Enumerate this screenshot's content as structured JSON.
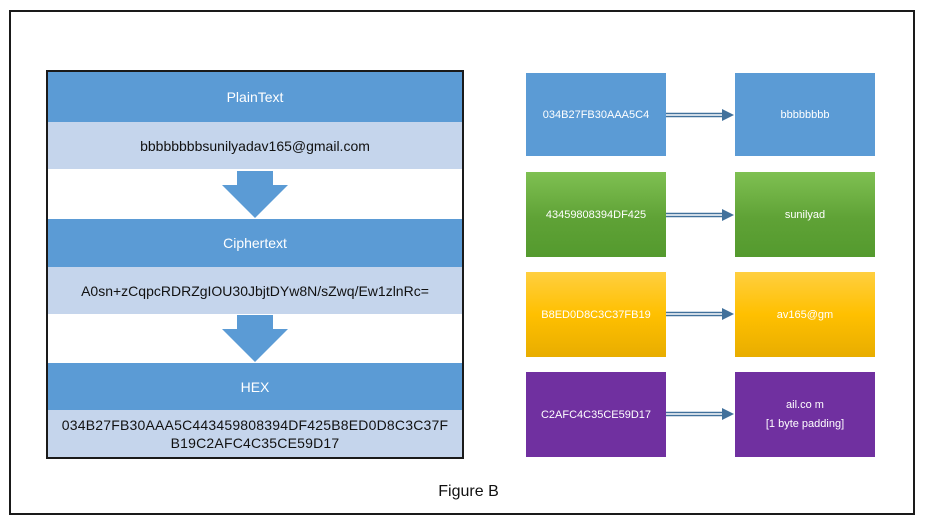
{
  "left": {
    "plaintext_label": "PlainText",
    "plaintext_value": "bbbbbbbbsunilyadav165@gmail.com",
    "ciphertext_label": "Ciphertext",
    "ciphertext_value": "A0sn+zCqpcRDRZgIOU30JbjtDYw8N/sZwq/Ew1zlnRc=",
    "hex_label": "HEX",
    "hex_line1": "034B27FB30AAA5C443459808394DF425B8ED0D8C3C37F",
    "hex_line2": "B19C2AFC4C35CE59D17"
  },
  "blocks": [
    {
      "hex": "034B27FB30AAA5C4",
      "plain": "bbbbbbbb",
      "color": "#5b9bd5"
    },
    {
      "hex": "43459808394DF425",
      "plain": "sunilyad",
      "color": "#5fa236"
    },
    {
      "hex": "B8ED0D8C3C37FB19",
      "plain": "av165@gm",
      "color": "#ffc000"
    },
    {
      "hex": "C2AFC4C35CE59D17",
      "plain": "ail.co m",
      "plain_line2": "[1 byte padding]",
      "color": "#7030a0"
    }
  ],
  "caption": "Figure B"
}
